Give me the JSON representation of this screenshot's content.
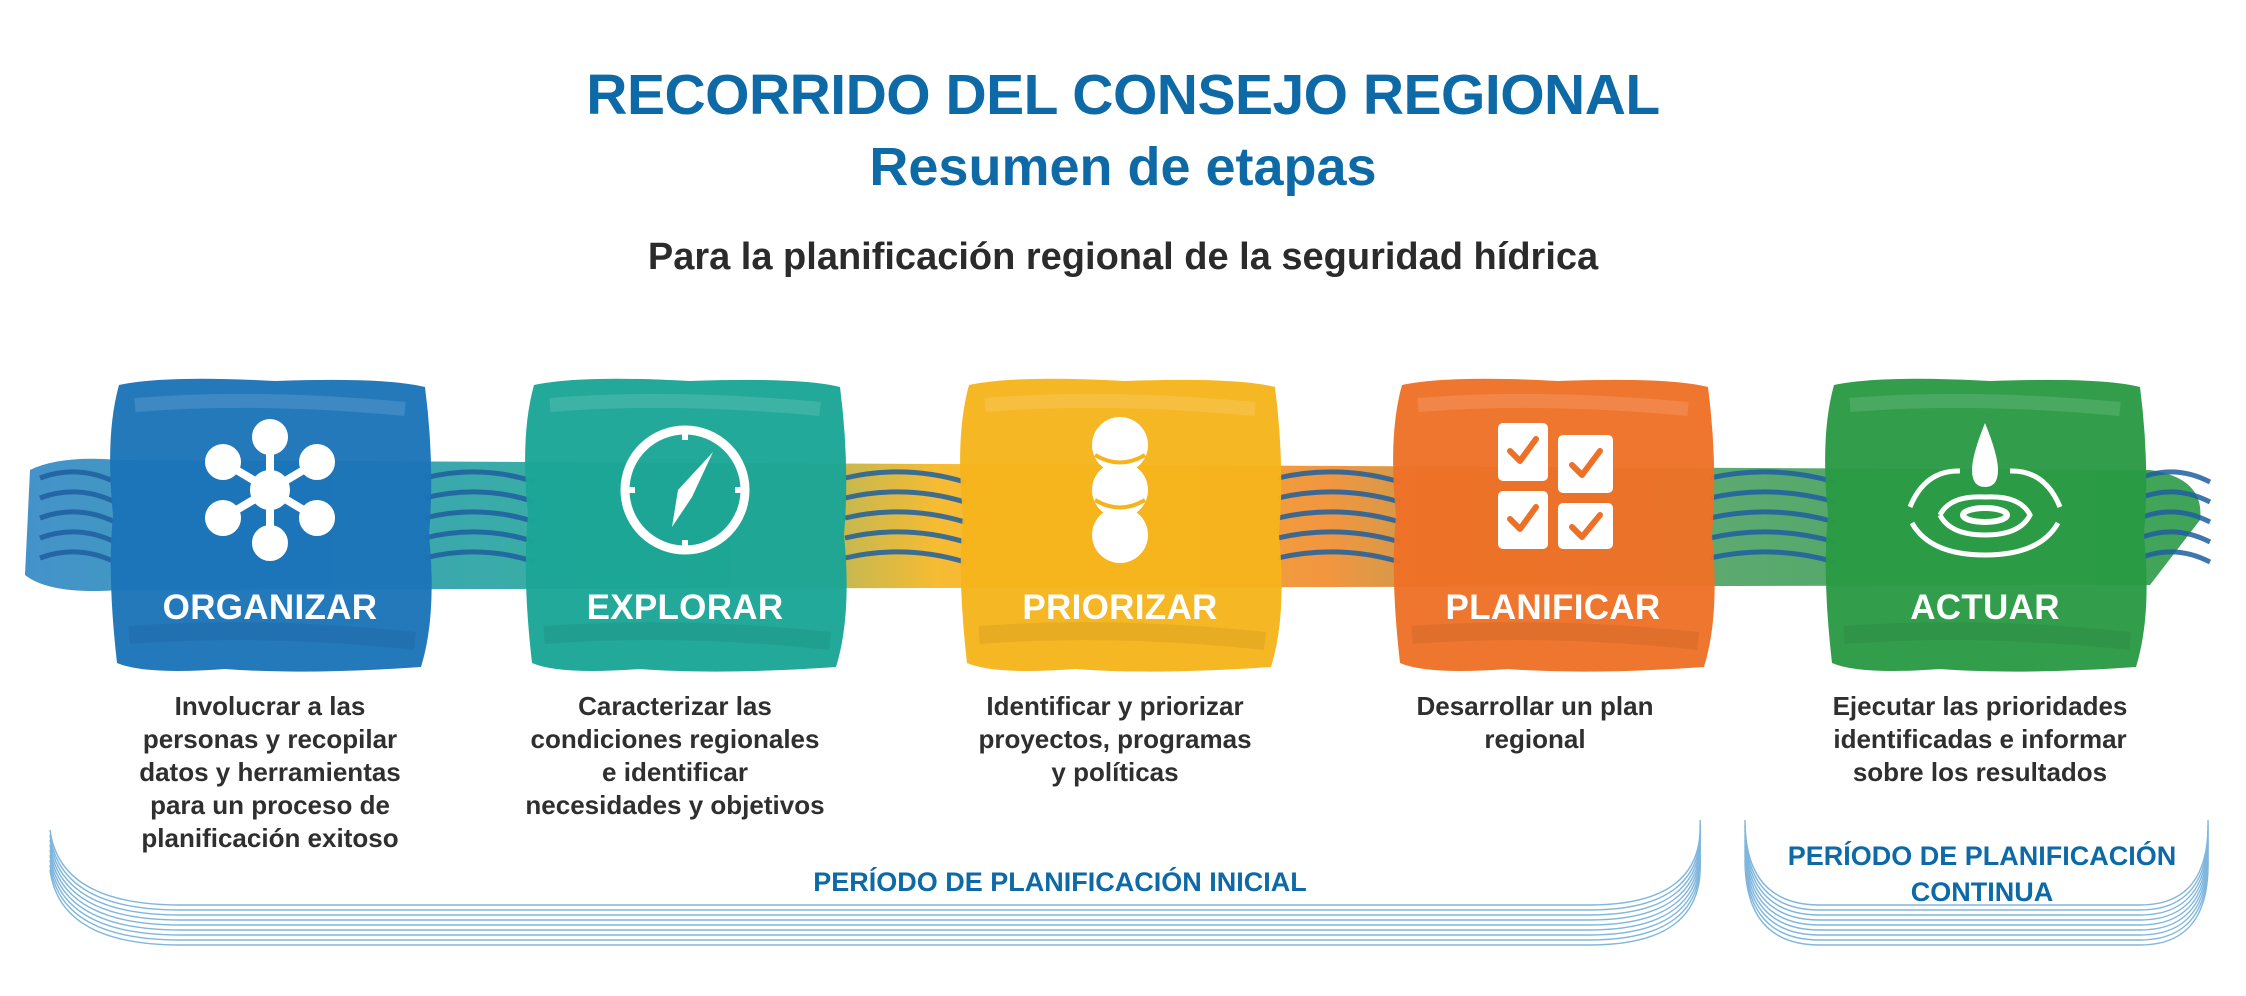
{
  "header": {
    "title": "RECORRIDO DEL CONSEJO REGIONAL",
    "subtitle": "Resumen de etapas",
    "tagline": "Para la planificación regional de la seguridad hídrica"
  },
  "stages": [
    {
      "label": "ORGANIZAR",
      "icon": "network-icon",
      "color": "#1b74b8",
      "description": "Involucrar a las\npersonas y recopilar\ndatos y herramientas\npara un proceso de\nplanificación exitoso"
    },
    {
      "label": "EXPLORAR",
      "icon": "compass-icon",
      "color": "#1aa596",
      "description": "Caracterizar las\ncondiciones regionales\ne identificar\nnecesidades y objetivos"
    },
    {
      "label": "PRIORIZAR",
      "icon": "stacked-circles-icon",
      "color": "#f6b41c",
      "description": "Identificar y priorizar\nproyectos, programas\ny políticas"
    },
    {
      "label": "PLANIFICAR",
      "icon": "checklist-icon",
      "color": "#ee7027",
      "description": "Desarrollar un plan\nregional"
    },
    {
      "label": "ACTUAR",
      "icon": "water-drop-icon",
      "color": "#2a9a45",
      "description": "Ejecutar las prioridades\nidentificadas e informar\nsobre los resultados"
    }
  ],
  "periods": {
    "initial": "PERÍODO DE PLANIFICACIÓN INICIAL",
    "continuous": "PERÍODO DE PLANIFICACIÓN\nCONTINUA"
  },
  "colors": {
    "heading": "#0d6aa6",
    "text": "#2f2f2f",
    "wave": "#1f5fa0"
  }
}
